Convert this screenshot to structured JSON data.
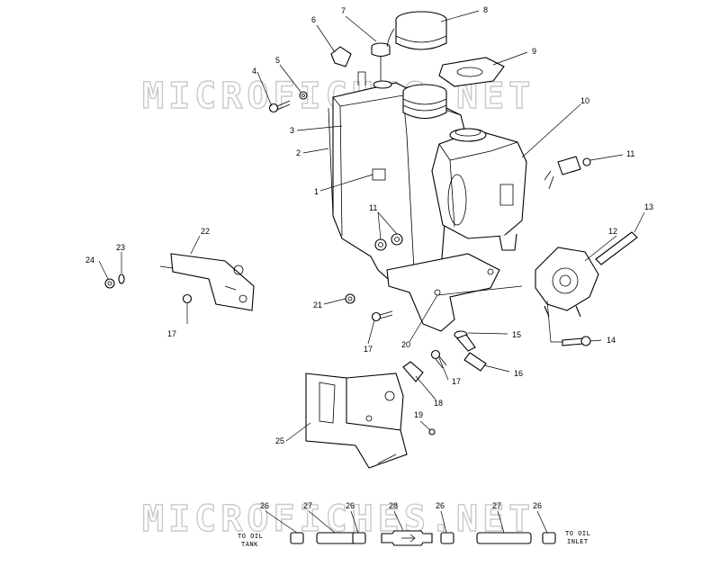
{
  "watermark_top": "MICROFICHES.NET",
  "watermark_bottom": "MICROFICHES.NET",
  "callouts": [
    "1",
    "2",
    "3",
    "4",
    "5",
    "6",
    "7",
    "8",
    "9",
    "10",
    "11",
    "11",
    "12",
    "13",
    "14",
    "15",
    "16",
    "17",
    "17",
    "17",
    "18",
    "19",
    "20",
    "21",
    "22",
    "23",
    "24",
    "25",
    "26",
    "27",
    "26",
    "28",
    "26",
    "27",
    "26"
  ],
  "captions": {
    "to_oil_tank_line1": "TO OIL",
    "to_oil_tank_line2": "TANK",
    "to_oil_inlet_line1": "TO OIL",
    "to_oil_inlet_line2": "INLET"
  }
}
